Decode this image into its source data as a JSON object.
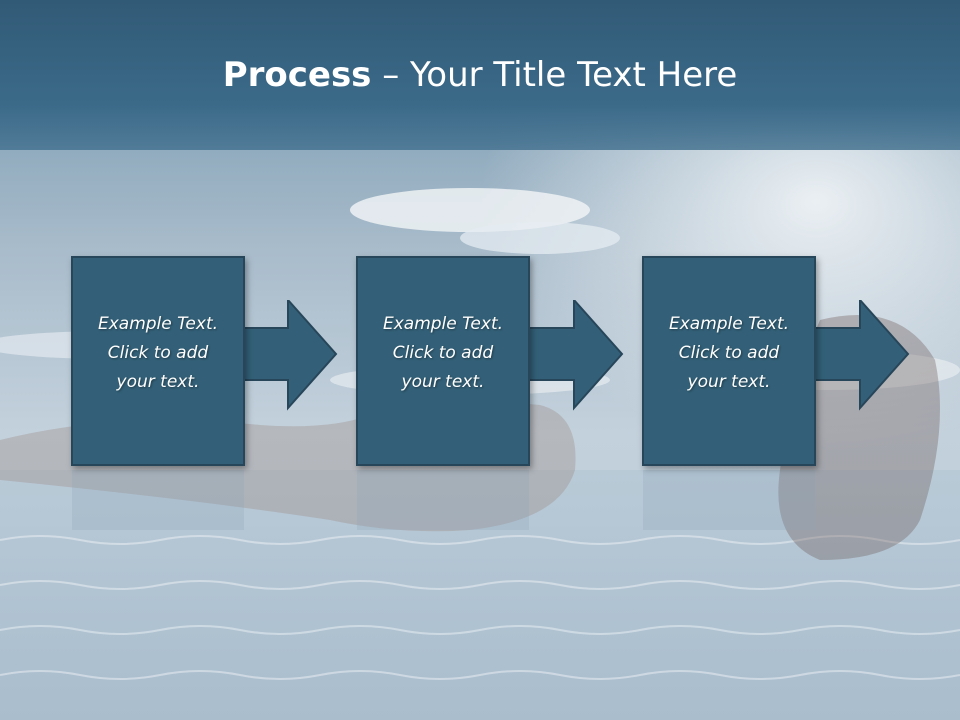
{
  "slide": {
    "title_bold": "Process",
    "title_rest": " – Your Title Text Here"
  },
  "steps": [
    {
      "text": "Example Text.\nClick  to add\nyour text."
    },
    {
      "text": "Example Text.\nClick  to add\nyour text."
    },
    {
      "text": "Example Text.\nClick  to add\nyour text."
    }
  ],
  "colors": {
    "header": "#315a76",
    "box_fill": "#336078",
    "box_border": "#27465a",
    "text": "#ffffff"
  }
}
